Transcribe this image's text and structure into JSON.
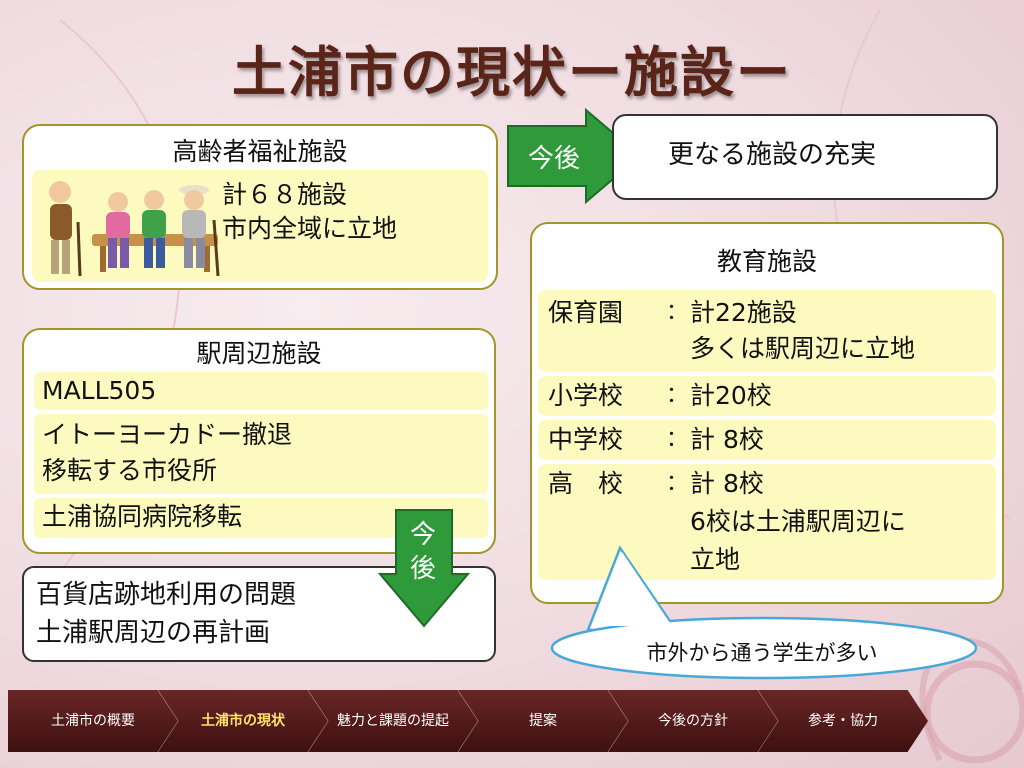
{
  "title": "土浦市の現状ー施設ー",
  "elderly": {
    "heading": "高齢者福祉施設",
    "lines": [
      "計６８施設",
      "市内全域に立地"
    ]
  },
  "arrow_right": {
    "label": "今後"
  },
  "plans": {
    "text": "更なる施設の充実"
  },
  "station": {
    "heading": "駅周辺施設",
    "rows": [
      "MALL505",
      "イトーヨーカドー撤退",
      "移転する市役所",
      "土浦協同病院移転"
    ]
  },
  "arrow_down": {
    "label_1": "今",
    "label_2": "後"
  },
  "future": {
    "lines": [
      "百貨店跡地利用の問題",
      "土浦駅周辺の再計画"
    ]
  },
  "education": {
    "heading": "教育施設",
    "rows": [
      {
        "label": "保育園",
        "colon": "：",
        "value": "計22施設",
        "value2": "多くは駅周辺に立地"
      },
      {
        "label": "小学校",
        "colon": "：",
        "value": "計20校"
      },
      {
        "label": "中学校",
        "colon": "：",
        "value": "計 8校"
      },
      {
        "label": "高　校",
        "colon": "：",
        "value": "計 8校",
        "value2": "6校は土浦駅周辺に",
        "value3": "立地"
      }
    ]
  },
  "callout": {
    "text": "市外から通う学生が多い"
  },
  "nav": {
    "items": [
      "土浦市の概要",
      "土浦市の現状",
      "魅力と課題の提起",
      "提案",
      "今後の方針",
      "参考・協力"
    ],
    "active_index": 1
  },
  "colors": {
    "panel_border": "#a0962a",
    "cream": "#fdfac0",
    "arrow_green": "#2e9a3a",
    "title": "#5a2418",
    "nav": "#5a1c1c",
    "nav_active_text": "#ffe36a"
  }
}
